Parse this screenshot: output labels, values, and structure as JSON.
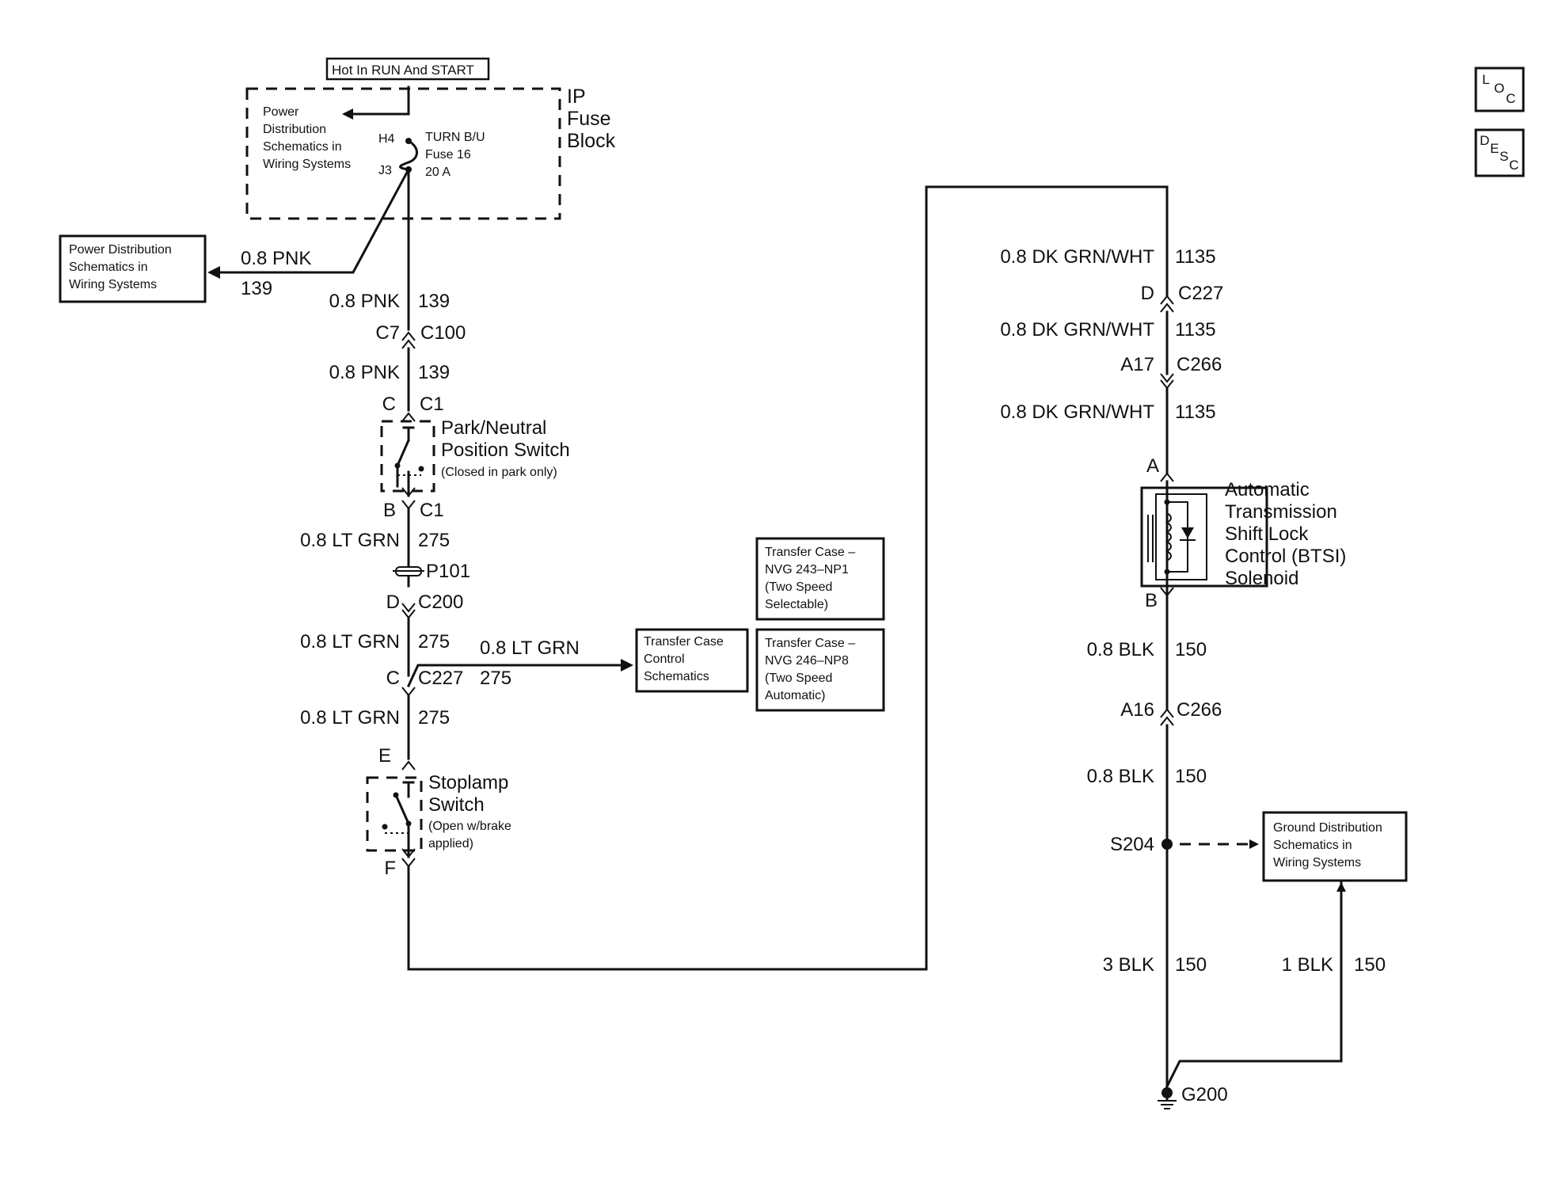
{
  "header": {
    "hot_label": "Hot In RUN And START"
  },
  "fuse_block": {
    "title": [
      "IP",
      "Fuse",
      "Block"
    ],
    "power_ref": [
      "Power",
      "Distribution",
      "Schematics in",
      "Wiring Systems"
    ],
    "pin_top": "H4",
    "pin_bottom": "J3",
    "fuse": [
      "TURN B/U",
      "Fuse 16",
      "20 A"
    ]
  },
  "power_dist_box": {
    "text": [
      "Power Distribution",
      "Schematics in",
      "Wiring Systems"
    ],
    "wire": "0.8 PNK",
    "circuit": "139"
  },
  "left_run": {
    "w1_wire": "0.8 PNK",
    "w1_circuit": "139",
    "c100_pin": "C7",
    "c100": "C100",
    "w2_wire": "0.8 PNK",
    "w2_circuit": "139",
    "pn_pin_top": "C",
    "pn_conn_top": "C1",
    "pn_switch": [
      "Park/Neutral",
      "Position Switch"
    ],
    "pn_note": "(Closed in park only)",
    "pn_pin_bottom": "B",
    "pn_conn_bottom": "C1",
    "w3_wire": "0.8 LT GRN",
    "w3_circuit": "275",
    "p101": "P101",
    "c200_pin": "D",
    "c200": "C200",
    "w4_wire": "0.8 LT GRN",
    "w4_circuit": "275",
    "c227_pin": "C",
    "c227": "C227",
    "branch_wire": "0.8 LT GRN",
    "branch_circuit": "275",
    "w5_wire": "0.8 LT GRN",
    "w5_circuit": "275",
    "stop_pin_top": "E",
    "stop_switch": [
      "Stoplamp",
      "Switch"
    ],
    "stop_note": [
      "(Open w/brake",
      "applied)"
    ],
    "stop_pin_bottom": "F"
  },
  "transfer_boxes": {
    "control": [
      "Transfer Case",
      "Control",
      "Schematics"
    ],
    "np1": [
      "Transfer Case –",
      "NVG 243–NP1",
      "(Two Speed",
      "Selectable)"
    ],
    "np8": [
      "Transfer Case –",
      "NVG 246–NP8",
      "(Two Speed",
      "Automatic)"
    ]
  },
  "right_run": {
    "r1_wire": "0.8 DK GRN/WHT",
    "r1_circuit": "1135",
    "c227_pin": "D",
    "c227": "C227",
    "r2_wire": "0.8 DK GRN/WHT",
    "r2_circuit": "1135",
    "c266_pin": "A17",
    "c266": "C266",
    "r3_wire": "0.8 DK GRN/WHT",
    "r3_circuit": "1135",
    "sol_pin_top": "A",
    "solenoid": [
      "Automatic",
      "Transmission",
      "Shift Lock",
      "Control (BTSI)",
      "Solenoid"
    ],
    "sol_pin_bottom": "B",
    "r4_wire": "0.8 BLK",
    "r4_circuit": "150",
    "c266b_pin": "A16",
    "c266b": "C266",
    "r5_wire": "0.8 BLK",
    "r5_circuit": "150",
    "splice": "S204",
    "ground_ref": [
      "Ground Distribution",
      "Schematics in",
      "Wiring Systems"
    ],
    "r6_wire": "3 BLK",
    "r6_circuit": "150",
    "r7_wire": "1 BLK",
    "r7_circuit": "150",
    "ground": "G200"
  },
  "corner_icons": {
    "loc": "loc-icon",
    "desc": "desc-icon"
  }
}
